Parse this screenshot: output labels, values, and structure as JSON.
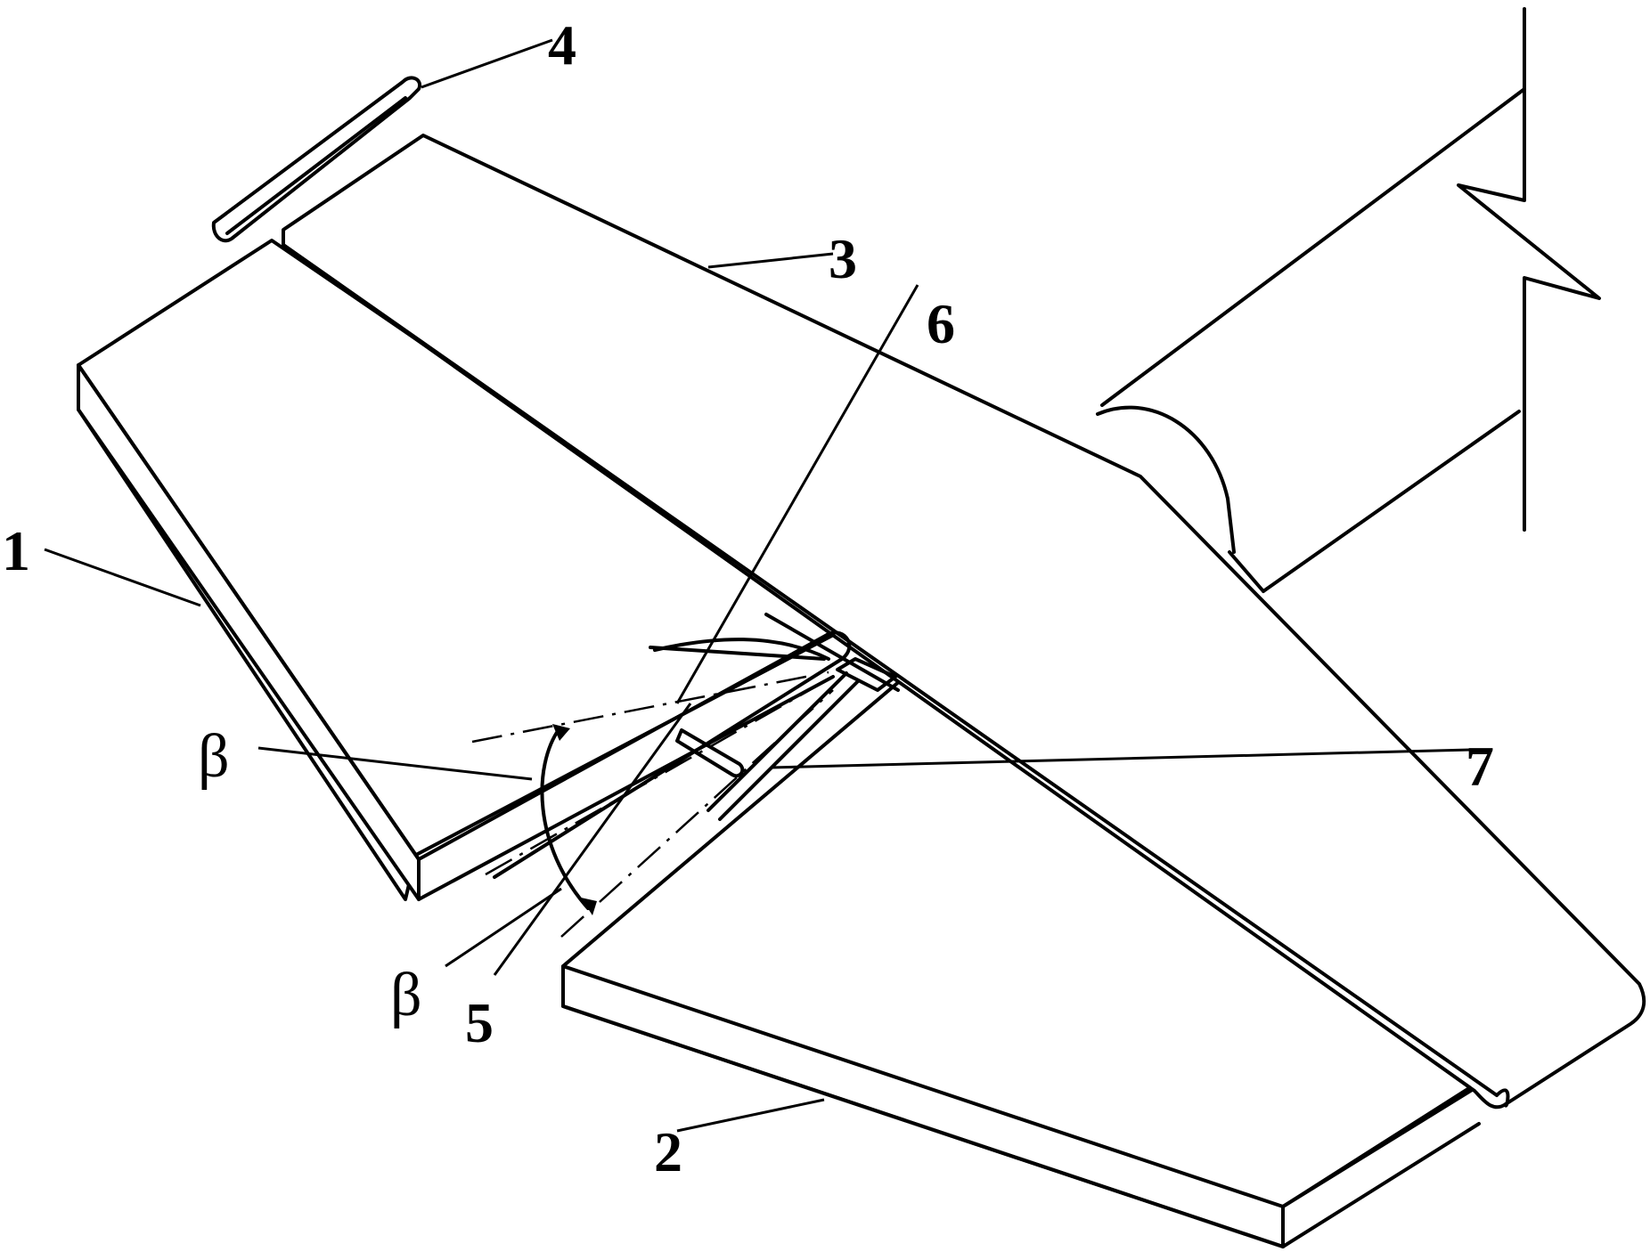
{
  "figure": {
    "labels": {
      "one": "1",
      "two": "2",
      "three": "3",
      "four": "4",
      "five": "5",
      "six": "6",
      "seven": "7",
      "beta_upper": "β",
      "beta_lower": "β"
    }
  }
}
